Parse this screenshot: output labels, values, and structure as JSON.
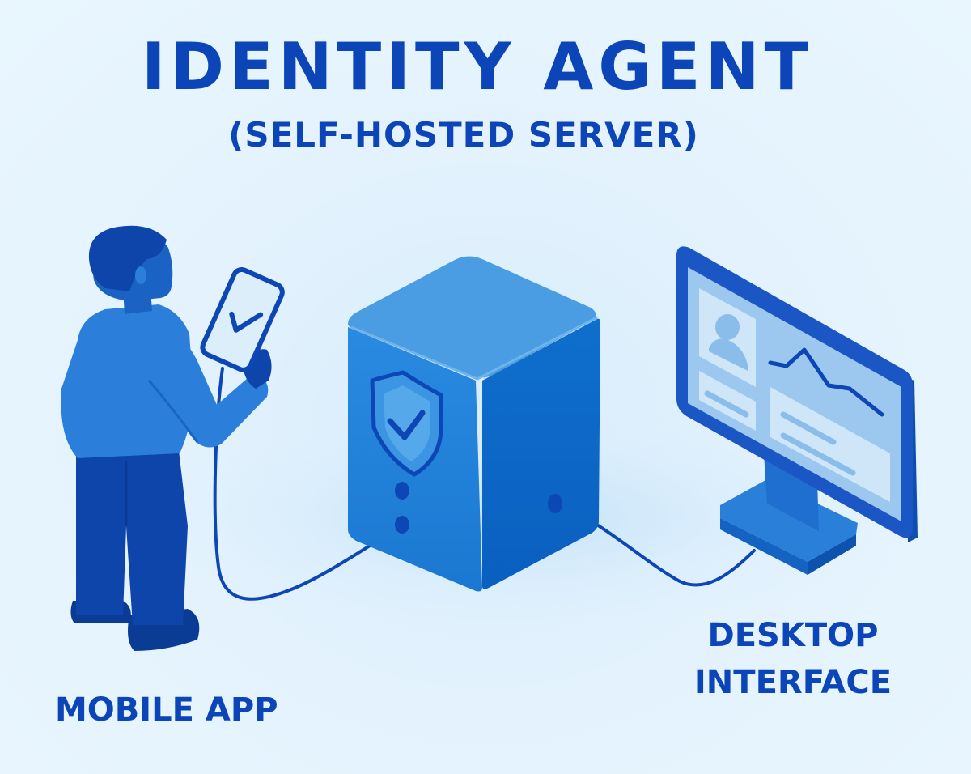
{
  "header": {
    "title": "IDENTITY AGENT",
    "subtitle": "(SELF-HOSTED SERVER)"
  },
  "labels": {
    "mobile": "MOBILE APP",
    "desktop_line1": "DESKTOP",
    "desktop_line2": "INTERFACE"
  },
  "icons": {
    "person": "person-icon",
    "phone": "phone-check-icon",
    "server": "server-cube-icon",
    "shield": "shield-check-icon",
    "monitor": "desktop-monitor-icon",
    "profile": "user-profile-icon",
    "graph": "line-graph-icon"
  },
  "colors": {
    "accent": "#0b45b8",
    "server_top": "#4a9de2",
    "server_front": "#1f7fd6",
    "server_side": "#0a63c2",
    "monitor_frame": "#1a56c4",
    "monitor_screen": "#9cc8f0",
    "person_shirt": "#2b7fdb",
    "person_pants": "#0d45aa",
    "background": "#e3f2fd"
  }
}
